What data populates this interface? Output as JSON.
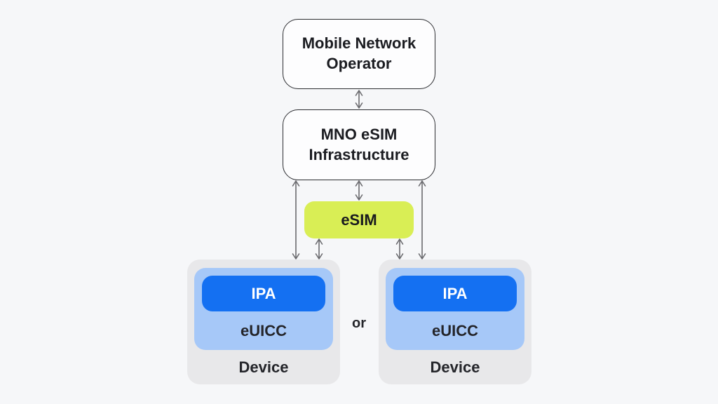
{
  "diagram": {
    "nodes": {
      "mno": {
        "label": "Mobile Network Operator"
      },
      "infrastructure": {
        "label": "MNO eSIM Infrastructure"
      },
      "esim": {
        "label": "eSIM"
      },
      "or_separator": "or",
      "devices": [
        {
          "device_label": "Device",
          "euicc_label": "eUICC",
          "ipa_label": "IPA"
        },
        {
          "device_label": "Device",
          "euicc_label": "eUICC",
          "ipa_label": "IPA"
        }
      ]
    },
    "connections": [
      {
        "from": "Mobile Network Operator",
        "to": "MNO eSIM Infrastructure",
        "bidirectional": true
      },
      {
        "from": "MNO eSIM Infrastructure",
        "to": "eSIM",
        "bidirectional": true
      },
      {
        "from": "MNO eSIM Infrastructure",
        "to": "Device 1",
        "bidirectional": true
      },
      {
        "from": "MNO eSIM Infrastructure",
        "to": "Device 2",
        "bidirectional": true
      },
      {
        "from": "eSIM",
        "to": "Device 1",
        "bidirectional": true
      },
      {
        "from": "eSIM",
        "to": "Device 2",
        "bidirectional": true
      }
    ],
    "colors": {
      "background": "#f6f7f9",
      "box_fill": "#fdfdfe",
      "box_border": "#2b2c30",
      "esim_fill": "#d9ee55",
      "ipa_fill": "#1470f2",
      "euicc_fill": "#a6c8f8",
      "device_fill": "#e8e8ea",
      "arrow": "#6a6a6e",
      "text_dark": "#1b1c21",
      "text_light": "#ffffff"
    }
  }
}
